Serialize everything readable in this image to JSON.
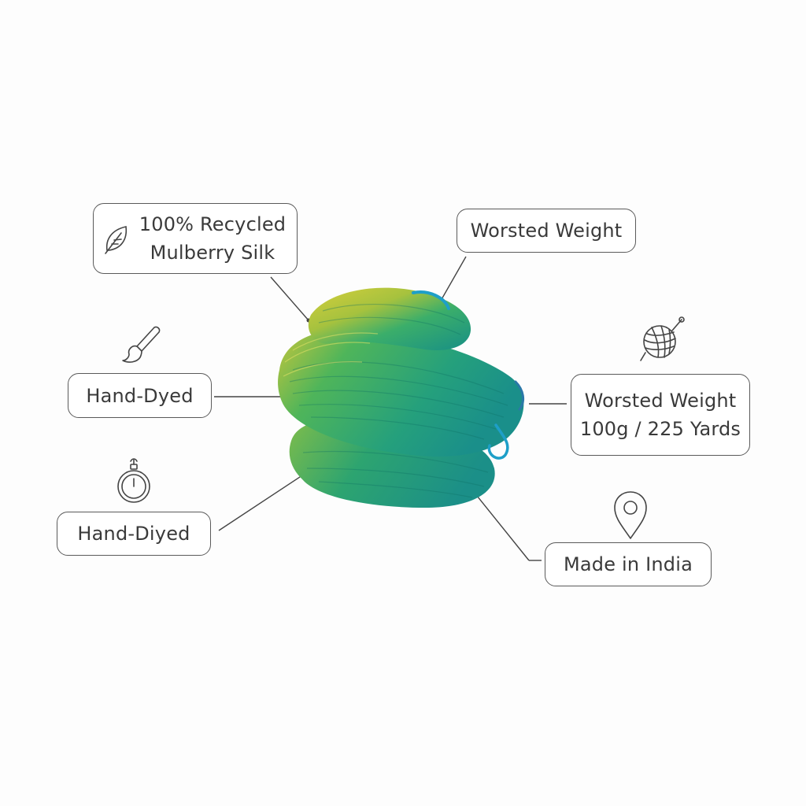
{
  "labels": {
    "silk_line1": "100% Recycled",
    "silk_line2": "Mulberry Silk",
    "weight": "Worsted Weight",
    "hand_dyed": "Hand-Dyed",
    "spec_line1": "Worsted Weight",
    "spec_line2": "100g / 225 Yards",
    "hand_diyed": "Hand-Diyed",
    "origin": "Made in India"
  },
  "icons": {
    "silk": "leaf-icon",
    "hand_dyed": "paintbrush-icon",
    "spec": "yarn-ball-icon",
    "hand_diyed": "stopwatch-icon",
    "origin": "location-pin-icon"
  },
  "colors": {
    "outline": "#5a5a5a",
    "text": "#3a3a3a",
    "yarn_teal": "#1f9c86",
    "yarn_green": "#3fb35a",
    "yarn_yellow": "#c9c73a",
    "yarn_blue": "#1e9fc8"
  }
}
